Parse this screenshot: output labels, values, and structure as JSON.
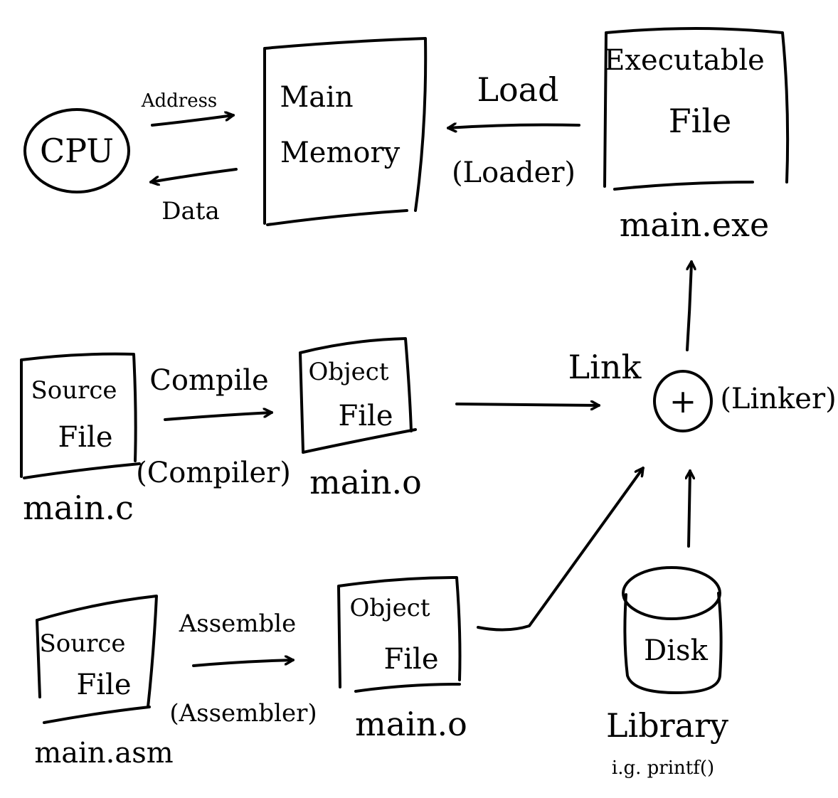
{
  "memory_section": {
    "cpu_label": "CPU",
    "address_label": "Address",
    "data_label": "Data",
    "main_memory_line1": "Main",
    "main_memory_line2": "Memory",
    "load_label": "Load",
    "loader_label": "(Loader)",
    "exe_box_line1": "Executable",
    "exe_box_line2": "File",
    "exe_filename": "main.exe"
  },
  "compile_row": {
    "source_line1": "Source",
    "source_line2": "File",
    "source_filename": "main.c",
    "action_label": "Compile",
    "tool_label": "(Compiler)",
    "object_line1": "Object",
    "object_line2": "File",
    "object_filename": "main.o"
  },
  "link_section": {
    "link_label": "Link",
    "linker_label": "(Linker)",
    "plus_symbol": "+"
  },
  "assemble_row": {
    "source_line1": "Source",
    "source_line2": "File",
    "source_filename": "main.asm",
    "action_label": "Assemble",
    "tool_label": "(Assembler)",
    "object_line1": "Object",
    "object_line2": "File",
    "object_filename": "main.o"
  },
  "library_section": {
    "disk_label": "Disk",
    "library_label": "Library",
    "example_label": "i.g. printf()"
  }
}
